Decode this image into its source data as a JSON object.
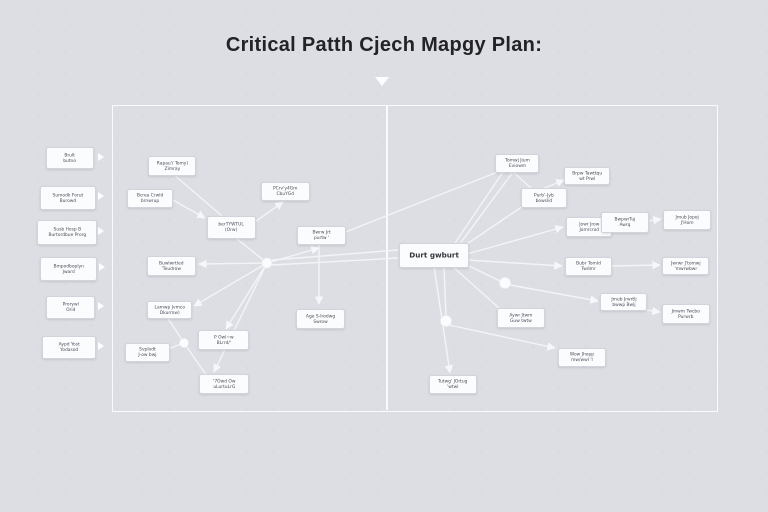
{
  "title": "Critical Patth Cjech Mapgy Plan:",
  "colors": {
    "background": "#dcdee3",
    "node_fill": "#fbfcfe",
    "node_border": "#d2d4db",
    "connector": "#f3f4f7",
    "arrowhead": "#f6f7fa",
    "title_text": "#232327",
    "node_text": "#494b53"
  },
  "icons": {
    "sidebar_arrow": "chevron-right",
    "flow_pointer": "chevron-down"
  },
  "sidebar": {
    "items": [
      {
        "lines": [
          "Brult",
          "butno"
        ]
      },
      {
        "lines": [
          "Sumodk Forut",
          "Burowd"
        ]
      },
      {
        "lines": [
          "Susb Hosp B",
          "Burtordbue Prorg"
        ]
      },
      {
        "lines": [
          "Bmpodboplyn",
          "Jward"
        ]
      },
      {
        "lines": [
          "Prorywl",
          "Orid"
        ]
      },
      {
        "lines": [
          "Aypd Yost",
          "Yodasod"
        ]
      }
    ]
  },
  "diagram": {
    "nodes": {
      "A": {
        "lines": [
          "Rapau'/ Tomy)",
          "Zimray"
        ]
      },
      "B": {
        "lines": [
          "Bcrea Crwld",
          "brnwrup"
        ]
      },
      "C": {
        "lines": [
          "berTYWTUL",
          "(Orw)"
        ]
      },
      "D": {
        "lines": [
          "PCrv'y4Gm",
          "CbuYGd"
        ]
      },
      "E": {
        "lines": [
          "Bwrw Jrt",
          "purtw '"
        ]
      },
      "F": {
        "lines": [
          "Buwlwrtled",
          "'Teudrow"
        ]
      },
      "G": {
        "lines": [
          "Lamwp Jvmco",
          "Dkurmw)"
        ]
      },
      "H": {
        "lines": [
          "P Owl~w",
          "BLrrd/'"
        ]
      },
      "I": {
        "lines": [
          "Svplodt",
          "J-ow bwj"
        ]
      },
      "J": {
        "lines": [
          "'7Owd Ow",
          "uLurtuLrG"
        ]
      },
      "K": {
        "lines": [
          "Age S-Irodwg",
          "Swrow"
        ]
      },
      "L": {
        "lines": [
          "Tomwj Jium",
          "Eviowm"
        ]
      },
      "M": {
        "lines": [
          "Brpw Tawttqu",
          "wt Prwl"
        ]
      },
      "N": {
        "lines": [
          "Purb'-Jyb",
          "bowslid"
        ]
      },
      "O": {
        "lines": [
          "Jowr Jrow",
          "Jomrcrod"
        ]
      },
      "P": {
        "lines": [
          "BwpwrTuj",
          "Awrq"
        ]
      },
      "Q": {
        "lines": [
          "Jmub Jopoj",
          "J'Hom"
        ]
      },
      "R": {
        "lines": [
          "Durt gwburt"
        ]
      },
      "S": {
        "lines": [
          "Bubr Tomld",
          "Twdmr"
        ]
      },
      "T": {
        "lines": [
          "Jwrwr J'tomwj",
          "'mwrwbwr"
        ]
      },
      "U": {
        "lines": [
          "Jmub Jrwrtlj",
          "bwwp Bwlj"
        ]
      },
      "V": {
        "lines": [
          "Jmwm Twcbo",
          "Purwrb"
        ]
      },
      "W": {
        "lines": [
          "Aywr Jtwm",
          "Guw twtw"
        ]
      },
      "X": {
        "lines": [
          "Wow Jhopp",
          "mw/wwl 'l"
        ]
      },
      "Y": {
        "lines": [
          "Tutwg' JOrtug",
          "'wtwl"
        ]
      }
    }
  }
}
